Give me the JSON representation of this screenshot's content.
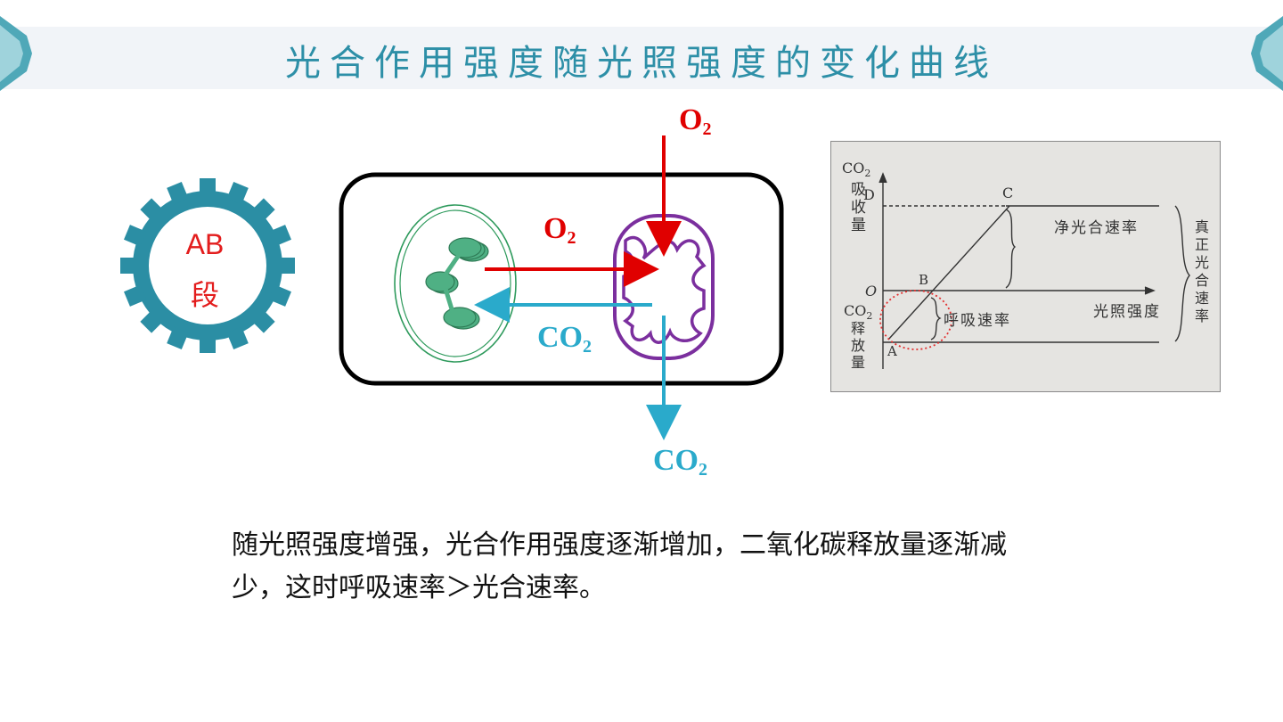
{
  "title": "光合作用强度随光照强度的变化曲线",
  "stage": {
    "line1": "AB",
    "line2": "段"
  },
  "cell_diagram": {
    "o2_label": "O",
    "co2_label": "CO",
    "subscript": "2"
  },
  "graph": {
    "y_top_1": "CO",
    "y_top_sub": "2",
    "y_top_2": [
      "吸",
      "收",
      "量"
    ],
    "y_bottom_1": "CO",
    "y_bottom_sub": "2",
    "y_bottom_2": [
      "释",
      "放",
      "量"
    ],
    "origin": "O",
    "point_a": "A",
    "point_b": "B",
    "point_c": "C",
    "point_d": "D",
    "net_rate": "净光合速率",
    "resp_rate": "呼吸速率",
    "light": "光照强度",
    "true_rate": [
      "真",
      "正",
      "光",
      "合",
      "速",
      "率"
    ]
  },
  "body_text": "随光照强度增强，光合作用强度逐渐增加，二氧化碳释放量逐渐减少，这时呼吸速率＞光合速率。",
  "colors": {
    "title": "#2d8fa7",
    "red": "#e00000",
    "blue": "#2aaacb",
    "purple": "#7b2f9e",
    "green": "#2e9a5c"
  }
}
